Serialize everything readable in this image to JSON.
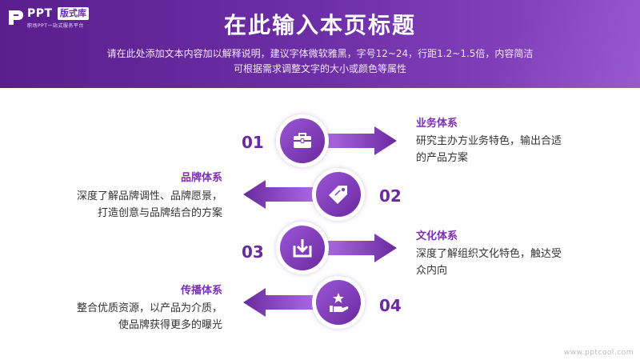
{
  "logo": {
    "name": "PPT",
    "badge": "版式库",
    "tagline": "职场PPT一站式服务平台",
    "icon": "ppt-logo-icon"
  },
  "header": {
    "title": "在此输入本页标题",
    "subtitle_line1": "请在此处添加文本内容加以解释说明，建议字体微软雅黑，字号12~24，行距1.2~1.5倍，内容简洁",
    "subtitle_line2": "可根据需求调整文字的大小或颜色等属性"
  },
  "colors": {
    "header_start": "#5a1e8e",
    "header_end": "#8f4cc9",
    "accent": "#6a2a9f",
    "title_accent": "#7b2fb6",
    "body_text": "#333333"
  },
  "items": [
    {
      "number": "01",
      "title": "业务体系",
      "desc_line1": "研究主办方业务特色，输出合适",
      "desc_line2": "的产品方案",
      "icon": "briefcase-icon",
      "direction": "right"
    },
    {
      "number": "02",
      "title": "品牌体系",
      "desc_line1": "深度了解品牌调性、品牌愿景，",
      "desc_line2": "打造创意与品牌结合的方案",
      "icon": "tag-icon",
      "direction": "left"
    },
    {
      "number": "03",
      "title": "文化体系",
      "desc_line1": "深度了解组织文化特色，触达受",
      "desc_line2": "众内向",
      "icon": "download-box-icon",
      "direction": "right"
    },
    {
      "number": "04",
      "title": "传播体系",
      "desc_line1": "整合优质资源，以产品为介质，",
      "desc_line2": "使品牌获得更多的曝光",
      "icon": "hand-star-icon",
      "direction": "left"
    }
  ],
  "watermark": "www.pptcool.com"
}
